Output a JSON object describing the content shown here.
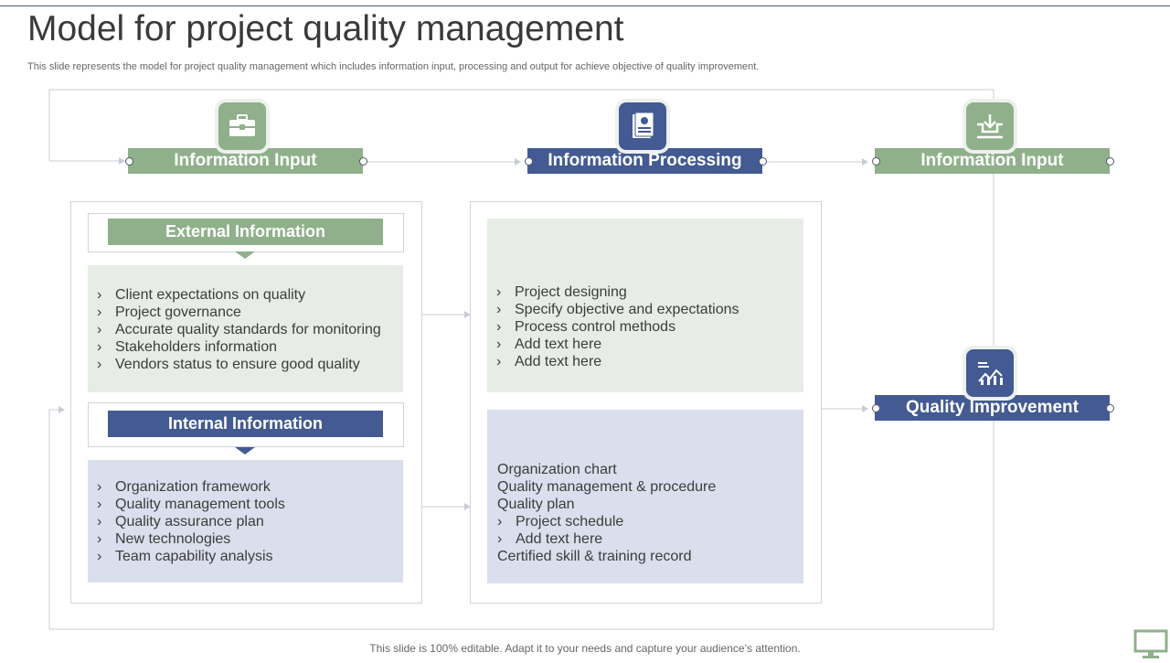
{
  "title": "Model for project quality management",
  "subtitle": "This slide represents the model for project quality management which includes information input, processing and output for achieve objective of quality improvement.",
  "footer": "This slide is 100% editable. Adapt it to your needs and capture your audience’s attention.",
  "colors": {
    "green": "#8fb08b",
    "blue": "#435a92",
    "light_green": "#e7ede6",
    "light_blue": "#d9dfec"
  },
  "stages": [
    {
      "label": "Information Input",
      "icon": "briefcase-icon"
    },
    {
      "label": "Information Processing",
      "icon": "document-icon"
    },
    {
      "label": "Information Input",
      "icon": "download-tray-icon"
    },
    {
      "label": "Quality Improvement",
      "icon": "chart-analysis-icon"
    }
  ],
  "external": {
    "header": "External Information",
    "items": [
      "Client expectations on quality",
      "Project governance",
      "Accurate quality standards for monitoring",
      "Stakeholders information",
      "Vendors status to ensure good quality"
    ]
  },
  "internal": {
    "header": "Internal Information",
    "items": [
      "Organization framework",
      "Quality management tools",
      "Quality assurance plan",
      "New technologies",
      "Team capability analysis"
    ]
  },
  "processing_top": {
    "items": [
      "Project designing",
      "Specify objective and expectations",
      "Process control methods",
      "Add text here",
      "Add text here"
    ]
  },
  "processing_bottom": {
    "items": [
      "Organization chart",
      "Quality management & procedure",
      "Quality plan",
      "Project schedule",
      "Add text here",
      "Certified skill & training record"
    ]
  }
}
